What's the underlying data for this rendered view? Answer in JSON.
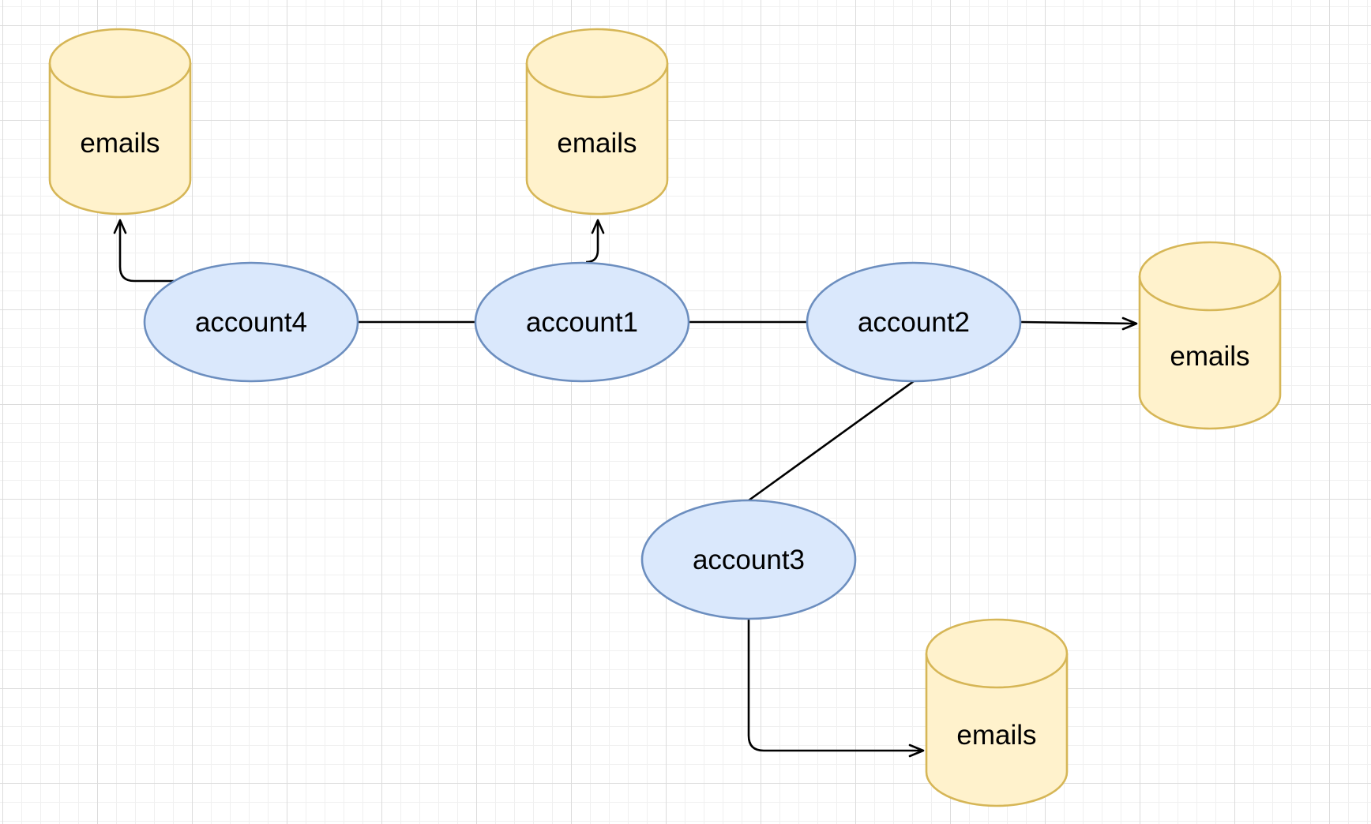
{
  "colors": {
    "account_fill": "#dae8fc",
    "account_stroke": "#6c8ebf",
    "database_fill": "#fff2cc",
    "database_stroke": "#d6b656",
    "edge": "#000000"
  },
  "accounts": [
    {
      "id": "account4",
      "label": "account4"
    },
    {
      "id": "account1",
      "label": "account1"
    },
    {
      "id": "account2",
      "label": "account2"
    },
    {
      "id": "account3",
      "label": "account3"
    }
  ],
  "databases": [
    {
      "id": "emails-account4",
      "label": "emails",
      "icon": "database-icon"
    },
    {
      "id": "emails-account1",
      "label": "emails",
      "icon": "database-icon"
    },
    {
      "id": "emails-account2",
      "label": "emails",
      "icon": "database-icon"
    },
    {
      "id": "emails-account3",
      "label": "emails",
      "icon": "database-icon"
    }
  ],
  "connections": [
    {
      "from": "account4",
      "to": "account1",
      "type": "line"
    },
    {
      "from": "account1",
      "to": "account2",
      "type": "line"
    },
    {
      "from": "account2",
      "to": "account3",
      "type": "line"
    },
    {
      "from": "account4",
      "to": "emails-account4",
      "type": "arrow"
    },
    {
      "from": "account1",
      "to": "emails-account1",
      "type": "arrow"
    },
    {
      "from": "account2",
      "to": "emails-account2",
      "type": "arrow"
    },
    {
      "from": "account3",
      "to": "emails-account3",
      "type": "arrow"
    }
  ]
}
